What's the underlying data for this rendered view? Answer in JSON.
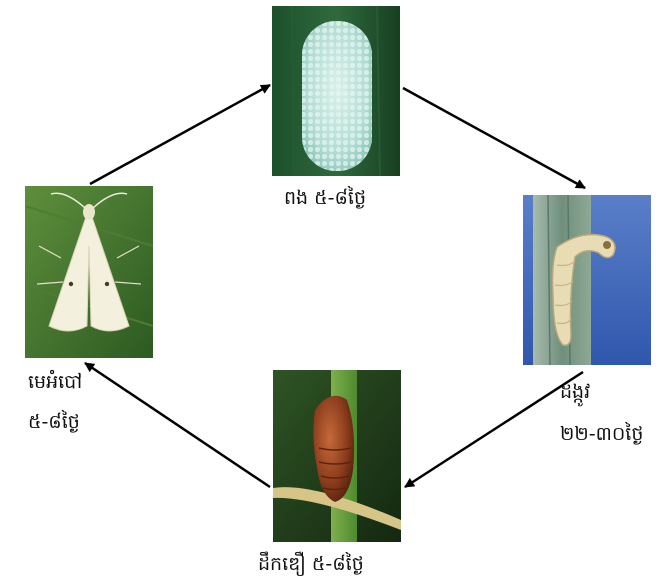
{
  "stages": {
    "egg": {
      "label": "ពង  ៥-៨ថ្ងៃ"
    },
    "larva": {
      "name": "ដង្កូវ",
      "duration": "២២-៣០ថ្ងៃ"
    },
    "pupa": {
      "label": "ដឹកឌឿ  ៥-៨ថ្ងៃ"
    },
    "adult": {
      "name": "មេអំបៅ",
      "duration": "៥-៨ថ្ងៃ"
    }
  },
  "colors": {
    "arrow": "#000000",
    "leaf_green": "#3f7a2e",
    "larva_bg": "#3b63b8",
    "pupa_bg": "#1f3d1a"
  }
}
